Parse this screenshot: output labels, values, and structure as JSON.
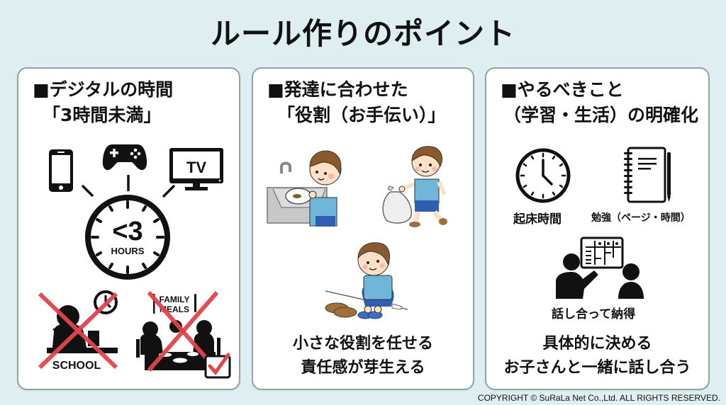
{
  "page": {
    "title": "ルール作りのポイント",
    "copyright": "COPYRIGHT © SuRaLa Net Co.,Ltd. ALL RIGHTS RESERVED.",
    "colors": {
      "background": "#dfeef0",
      "panel_border": "#8fa5a6",
      "cross_red": "#e0454a",
      "shirt_blue": "#6fb6d9",
      "text": "#111111"
    }
  },
  "panels": [
    {
      "heading_line1": "■デジタルの時間",
      "heading_line2": "「3時間未満」",
      "icons": [
        "smartphone-icon",
        "game-controller-icon",
        "tv-icon",
        "clock-icon",
        "studying-crossed-icon",
        "family-meals-crossed-icon",
        "checkbox-icon"
      ],
      "tv_label": "TV",
      "clock_main": "<3",
      "clock_sub": "HOURS",
      "school_label": "SCHOOL",
      "family_label_1": "FAMILY",
      "family_label_2": "MEALS"
    },
    {
      "heading_line1": "■発達に合わせた",
      "heading_line2": "「役割（お手伝い）」",
      "illustrations": [
        "boy-washing-dishes",
        "boy-carrying-trash-bag",
        "boy-tidying-shoes"
      ],
      "bottom_line1": "小さな役割を任せる",
      "bottom_line2": "責任感が芽生える"
    },
    {
      "heading_line1": "■やるべきこと",
      "heading_line2": "（学習・生活）の明確化",
      "items": [
        {
          "icon": "clock-icon",
          "label": "起床時間"
        },
        {
          "icon": "notebook-icon",
          "label": "勉強（ページ・時間）"
        },
        {
          "icon": "discussion-icon",
          "label": "話し合って納得"
        }
      ],
      "bottom_line1": "具体的に決める",
      "bottom_line2": "お子さんと一緒に話し合う"
    }
  ]
}
